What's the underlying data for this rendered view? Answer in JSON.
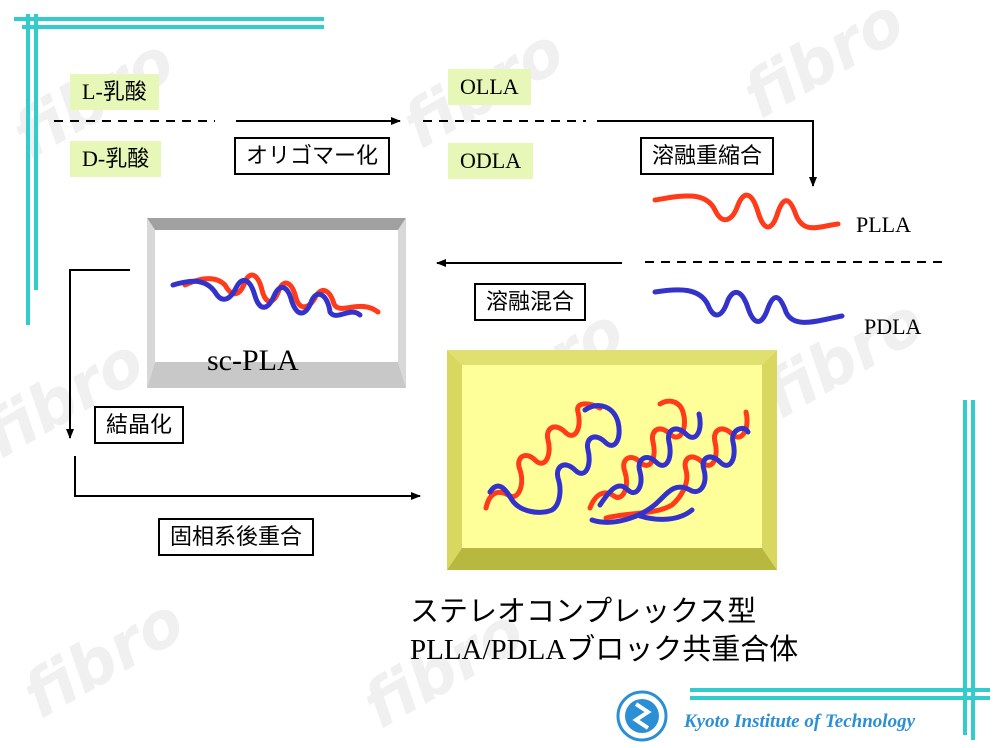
{
  "labels": {
    "l_lactic": "L-乳酸",
    "d_lactic": "D-乳酸",
    "oligomerize": "オリゴマー化",
    "olla": "OLLA",
    "odla": "ODLA",
    "melt_polycondensation": "溶融重縮合",
    "plla": "PLLA",
    "pdla": "PDLA",
    "melt_mixing": "溶融混合",
    "sc_pla": "sc-PLA",
    "crystallization": "結晶化",
    "solid_state_polymerization": "固相系後重合"
  },
  "title": {
    "line1": "ステレオコンプレックス型",
    "line2": "PLLA/PDLAブロック共重合体"
  },
  "watermark": "fibro",
  "footer": {
    "institution": "Kyoto Institute of Technology"
  },
  "colors": {
    "plla_chain": "#ff3b1a",
    "pdla_chain": "#3333cc",
    "label_background": "#e6f7b8",
    "frame_lines": "#33cccc",
    "block_box_fill": "#ffff99",
    "block_box_bevel": "#cccc33",
    "sc_box_bevel": "#cfcfcf"
  }
}
